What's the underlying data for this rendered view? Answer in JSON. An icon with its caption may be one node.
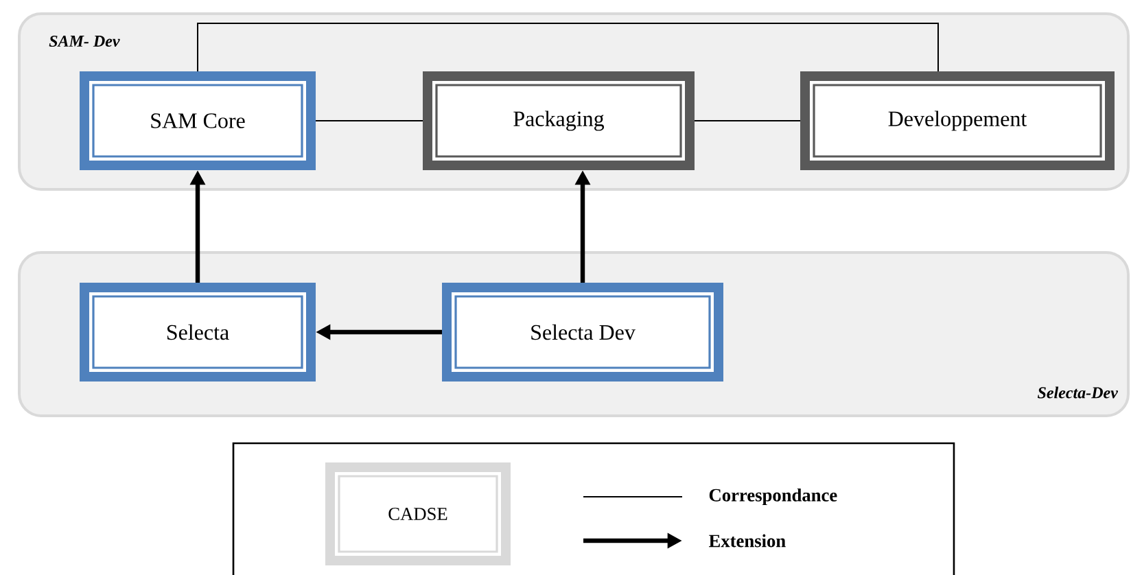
{
  "diagram": {
    "nodes": [
      {
        "text": [
          "SAM- Dev"
        ]
      },
      {
        "text": [
          "SAM Core"
        ],
        "in": 0
      },
      {
        "text": [
          "Packaging"
        ],
        "in": 0
      },
      {
        "text": [
          "Developpement"
        ],
        "in": 0
      },
      {
        "text": [
          "Selecta-Dev"
        ]
      },
      {
        "text": [
          "Selecta"
        ],
        "in": 4
      },
      {
        "text": [
          "Selecta Dev"
        ],
        "in": 4
      }
    ],
    "edges": [
      {
        "from": 1,
        "to": 2,
        "arrow": "none"
      },
      {
        "from": 2,
        "to": 3,
        "arrow": "none"
      },
      {
        "from": 1,
        "to": 3,
        "arrow": "none"
      },
      {
        "from": 5,
        "to": 1,
        "arrow": "to",
        "style": "thick"
      },
      {
        "from": 6,
        "to": 2,
        "arrow": "to",
        "style": "thick"
      },
      {
        "from": 6,
        "to": 5,
        "arrow": "to",
        "style": "thick"
      }
    ],
    "legend": [
      {
        "text": "CADSE",
        "color": "#d9d9d9"
      },
      {
        "text": "Correspondance"
      },
      {
        "text": "Extension"
      }
    ]
  }
}
